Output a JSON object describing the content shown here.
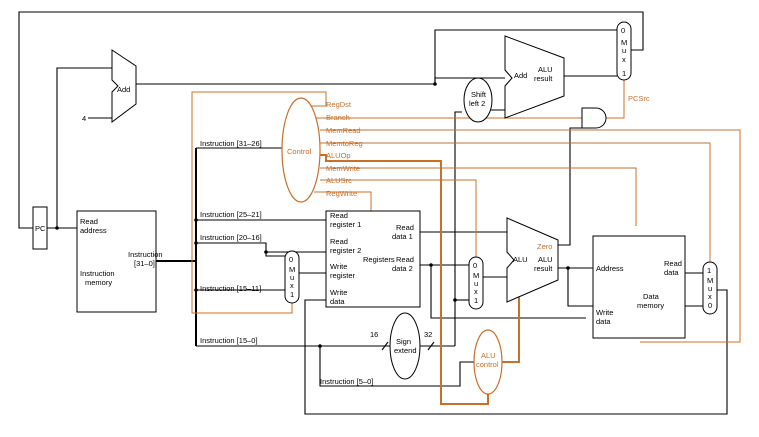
{
  "blocks": {
    "pc": "PC",
    "add_top": "Add",
    "four": "4",
    "imem_read_address": [
      "Read",
      "address"
    ],
    "imem_instruction": [
      "Instruction",
      "[31–0]"
    ],
    "imem_title": [
      "Instruction",
      "memory"
    ],
    "control": "Control",
    "shift_left": [
      "Shift",
      "left 2"
    ],
    "add_branch": "Add",
    "add_branch_result": [
      "ALU",
      "result"
    ],
    "mux_top": [
      "0",
      "M",
      "u",
      "x",
      "1"
    ],
    "mux_regdst": [
      "0",
      "M",
      "u",
      "x",
      "1"
    ],
    "mux_alusrc": [
      "0",
      "M",
      "u",
      "x",
      "1"
    ],
    "mux_memtoreg": [
      "1",
      "M",
      "u",
      "x",
      "0"
    ],
    "reg_read1": [
      "Read",
      "register 1"
    ],
    "reg_read2": [
      "Read",
      "register 2"
    ],
    "reg_write_reg": [
      "Write",
      "register"
    ],
    "reg_write_data": [
      "Write",
      "data"
    ],
    "registers": "Registers",
    "read_data1": [
      "Read",
      "data 1"
    ],
    "read_data2": [
      "Read",
      "data 2"
    ],
    "alu": "ALU",
    "alu_result": [
      "ALU",
      "result"
    ],
    "zero": "Zero",
    "dmem_address": "Address",
    "dmem_read_data": [
      "Read",
      "data"
    ],
    "dmem_write_data": [
      "Write",
      "data"
    ],
    "dmem_title": [
      "Data",
      "memory"
    ],
    "sign_extend": [
      "Sign",
      "extend"
    ],
    "bits16": "16",
    "bits32": "32",
    "alu_control": [
      "ALU",
      "control"
    ]
  },
  "instruction_fields": {
    "op": "Instruction [31–26]",
    "rs": "Instruction [25–21]",
    "rt": "Instruction [20–16]",
    "rd": "Instruction [15–11]",
    "imm": "Instruction [15–0]",
    "funct": "Instruction [5–0]"
  },
  "control_signals": [
    "RegDst",
    "Branch",
    "MemRead",
    "MemtoReg",
    "ALUOp",
    "MemWrite",
    "ALUSrc",
    "RegWrite"
  ],
  "pcsrc": "PCSrc",
  "colors": {
    "wire": "#000000",
    "control": "#c8702a"
  }
}
